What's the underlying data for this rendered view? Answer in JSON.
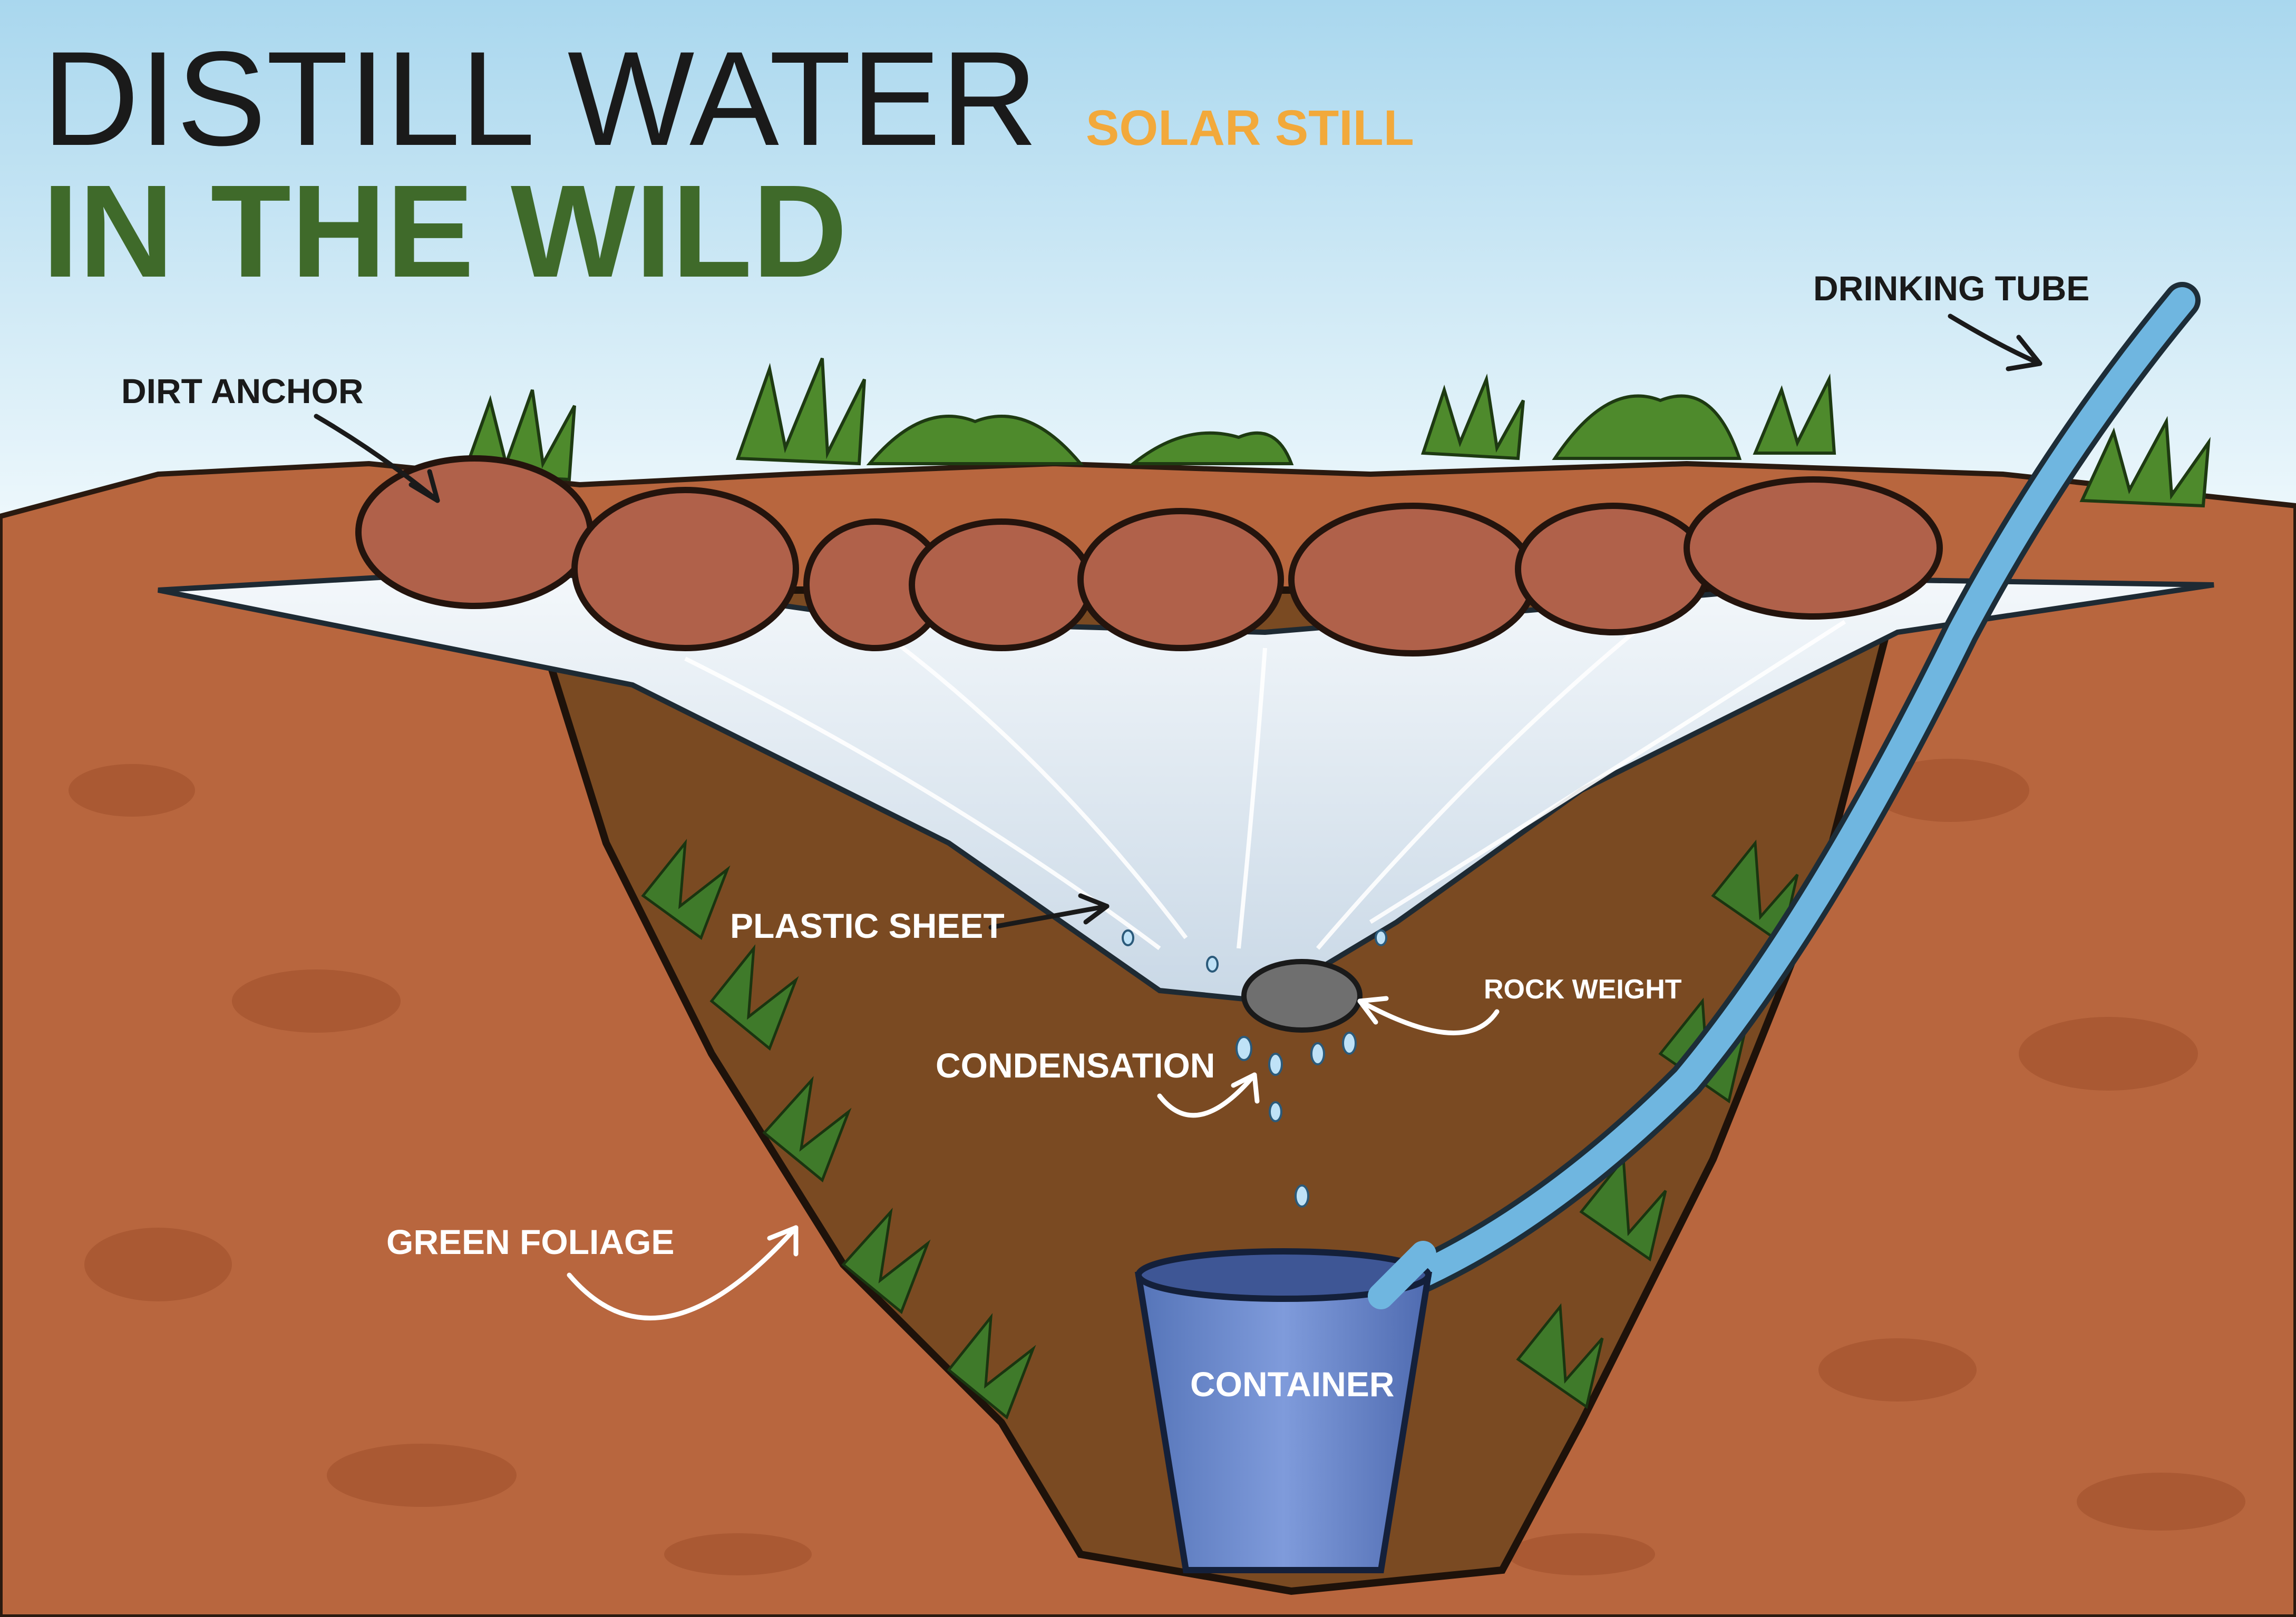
{
  "title": {
    "line1": "DISTILL WATER",
    "line2": "IN THE WILD"
  },
  "subtitle": "SOLAR STILL",
  "labels": {
    "drinking_tube": "DRINKING TUBE",
    "dirt_anchor": "DIRT ANCHOR",
    "plastic_sheet": "PLASTIC SHEET",
    "rock_weight": "ROCK WEIGHT",
    "condensation": "CONDENSATION",
    "green_foliage": "GREEN FOLIAGE",
    "container": "CONTAINER"
  },
  "colors": {
    "title_dark": "#1a1a1a",
    "title_green": "#3f6a2a",
    "subtitle_orange": "#f2a93b",
    "soil": "#b8663e",
    "pit": "#7a4a22",
    "sheet": "#dfe9f2",
    "tube": "#6fb6e0",
    "container": "#6f8ed1"
  }
}
